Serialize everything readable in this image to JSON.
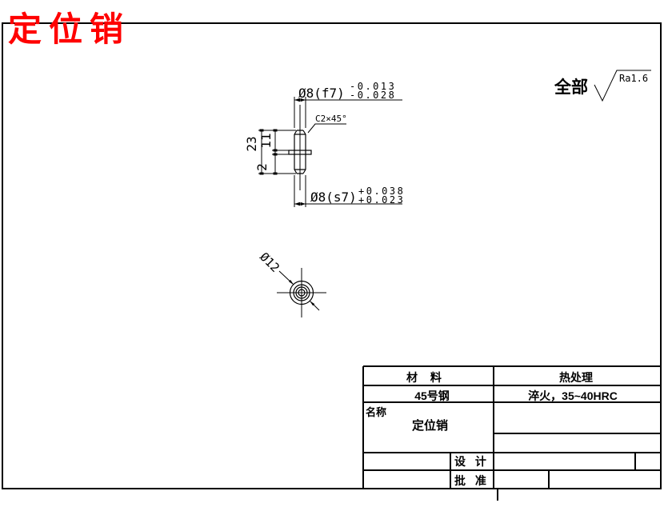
{
  "page": {
    "title": "定位销"
  },
  "surface_finish": {
    "scope_label": "全部",
    "roughness_value": "Ra1.6"
  },
  "front_view": {
    "dim_top_diameter": "Ø8(f7)",
    "dim_top_tol_upper": "-0.013",
    "dim_top_tol_lower": "-0.028",
    "chamfer_note": "C2×45°",
    "dim_overall_length": "23",
    "dim_upper_length": "11",
    "dim_flange_thickness": "2",
    "dim_bottom_diameter": "Ø8(s7)",
    "dim_bottom_tol_upper": "+0.038",
    "dim_bottom_tol_lower": "+0.023"
  },
  "top_view": {
    "dim_flange_diameter": "Ø12"
  },
  "title_block": {
    "material_label": "材 料",
    "heat_treatment_label": "热处理",
    "material_value": "45号钢",
    "heat_treatment_value": "淬火，35~40HRC",
    "name_label": "名称",
    "part_name": "定位销",
    "designer_label": "设 计",
    "approver_label": "批 准"
  },
  "colors": {
    "title_accent": "#ff0000",
    "line": "#000000",
    "background": "#ffffff"
  }
}
